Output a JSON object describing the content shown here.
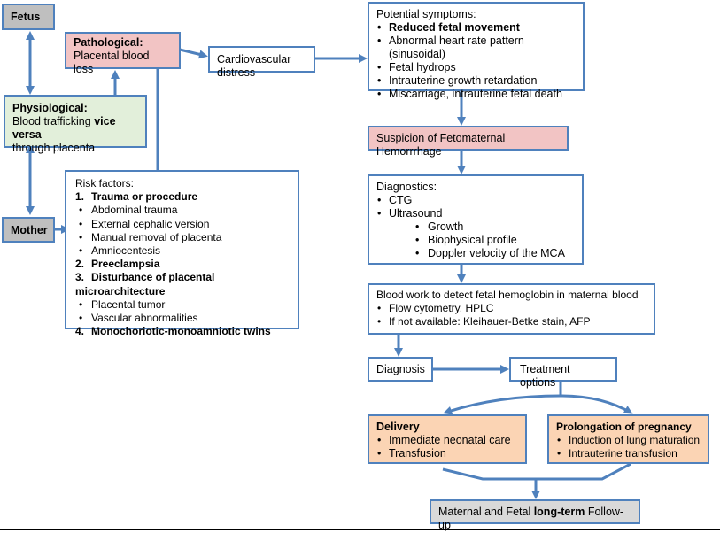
{
  "nodes": {
    "fetus": "Fetus",
    "mother": "Mother",
    "pathological": {
      "title": "Pathological:",
      "text": "Placental blood loss"
    },
    "physiological": {
      "title": "Physiological:",
      "line1_a": "Blood trafficking ",
      "line1_b": "vice versa",
      "line2": "through placenta"
    },
    "cardio": "Cardiovascular distress",
    "symptoms": {
      "header": "Potential symptoms:",
      "items": [
        "Reduced fetal movement",
        "Abnormal heart rate pattern (sinusoidal)",
        "Fetal hydrops",
        "Intrauterine growth retardation",
        "Miscarriage, intrauterine fetal death"
      ]
    },
    "suspicion": "Suspicion of Fetomaternal Hemorrrhage",
    "risk": {
      "header": "Risk factors:",
      "n1": "1.",
      "f1": "Trauma or procedure",
      "f1_items": [
        "Abdominal trauma",
        "External cephalic version",
        "Manual removal of placenta",
        "Amniocentesis"
      ],
      "n2": "2.",
      "f2": "Preeclampsia",
      "n3": "3.",
      "f3": "Disturbance of placental microarchitecture",
      "f3_items": [
        "Placental tumor",
        "Vascular abnormalities"
      ],
      "n4": "4.",
      "f4": "Monochoriotic-monoamniotic twins"
    },
    "diagnostics": {
      "header": "Diagnostics:",
      "items": [
        "CTG",
        "Ultrasound"
      ],
      "sub_items": [
        "Growth",
        "Biophysical profile",
        "Doppler velocity of the MCA"
      ]
    },
    "bloodwork": {
      "header": "Blood work to detect fetal hemoglobin in maternal blood",
      "items": [
        "Flow cytometry, HPLC",
        "If not available: Kleihauer-Betke stain, AFP"
      ]
    },
    "diagnosis": "Diagnosis",
    "treatment": "Treatment options",
    "delivery": {
      "title": "Delivery",
      "items": [
        "Immediate neonatal care",
        "Transfusion"
      ]
    },
    "prolongation": {
      "title": "Prolongation of pregnancy",
      "items": [
        "Induction of lung maturation",
        "Intrauterine transfusion"
      ]
    },
    "followup": {
      "a": "Maternal and Fetal ",
      "b": "long-term",
      "c": " Follow-up"
    }
  },
  "colors": {
    "border": "#4f81bd",
    "arrow": "#4f81bd",
    "gray_fill": "#bfbfbf",
    "pink_fill": "#f2c4c4",
    "green_fill": "#e2efda",
    "peach_fill": "#fbd4b4"
  }
}
